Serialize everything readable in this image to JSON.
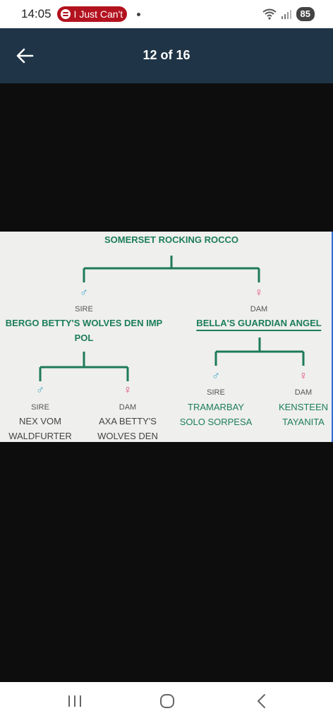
{
  "status": {
    "time": "14:05",
    "media_title": "I Just Can't",
    "battery": "85"
  },
  "header": {
    "counter": "12 of 16"
  },
  "pedigree": {
    "root": "SOMERSET ROCKING ROCCO",
    "sire": {
      "label": "SIRE",
      "name_line1": "BERGO BETTY'S WOLVES DEN IMP",
      "name_line2": "POL",
      "sire": {
        "label": "SIRE",
        "name_line1": "NEX VOM",
        "name_line2": "WALDFURTER"
      },
      "dam": {
        "label": "DAM",
        "name_line1": "AXA BETTY'S",
        "name_line2": "WOLVES DEN"
      }
    },
    "dam": {
      "label": "DAM",
      "name": "BELLA'S GUARDIAN ANGEL",
      "sire": {
        "label": "SIRE",
        "name_line1": "TRAMARBAY",
        "name_line2": "SOLO SORPESA"
      },
      "dam": {
        "label": "DAM",
        "name_line1": "KENSTEEN",
        "name_line2": "TAYANITA"
      }
    },
    "male_symbol": "♂",
    "female_symbol": "♀"
  }
}
